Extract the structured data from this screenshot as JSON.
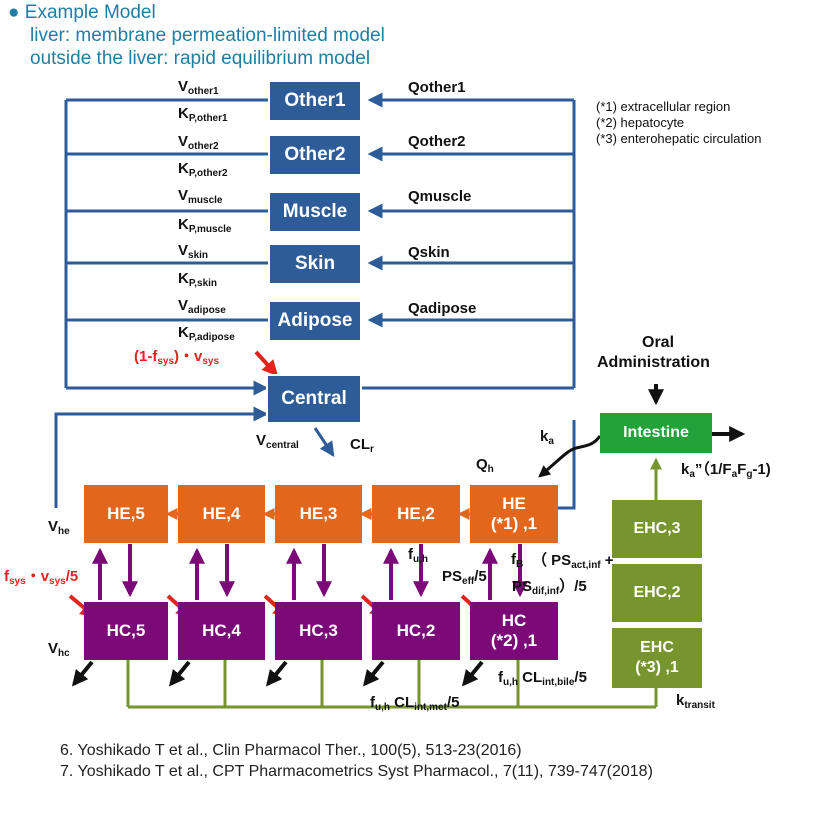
{
  "header": {
    "bullet": "●",
    "line1": "Example Model",
    "line2": "liver: membrane permeation-limited model",
    "line3": "outside the liver: rapid equilibrium model"
  },
  "notes": [
    "(*1) extracellular region",
    "(*2) hepatocyte",
    "(*3) enterohepatic circulation"
  ],
  "tissues": [
    {
      "name": "Other1",
      "v_main": "V",
      "v_sub": "other1",
      "kp_main": "K",
      "kp_sub": "P,other1",
      "flow": "Qother1"
    },
    {
      "name": "Other2",
      "v_main": "V",
      "v_sub": "other2",
      "kp_main": "K",
      "kp_sub": "P,other2",
      "flow": "Qother2"
    },
    {
      "name": "Muscle",
      "v_main": "V",
      "v_sub": "muscle",
      "kp_main": "K",
      "kp_sub": "P,muscle",
      "flow": "Qmuscle"
    },
    {
      "name": "Skin",
      "v_main": "V",
      "v_sub": "skin",
      "kp_main": "K",
      "kp_sub": "P,skin",
      "flow": "Qskin"
    },
    {
      "name": "Adipose",
      "v_main": "V",
      "v_sub": "adipose",
      "kp_main": "K",
      "kp_sub": "P,adipose",
      "flow": "Qadipose"
    }
  ],
  "central": {
    "name": "Central",
    "v_main": "V",
    "v_sub": "central",
    "cl_main": "CL",
    "cl_sub": "r",
    "input_a": "(1-f",
    "input_b": "sys",
    "input_c": ")・v",
    "input_d": "sys"
  },
  "oral": {
    "line1": "Oral",
    "line2": "Administration"
  },
  "intestine": {
    "name": "Intestine",
    "ka_main": "k",
    "ka_sub": "a",
    "ka2_main": "k",
    "ka2_sub": "a",
    "ka2_rest_a": "”（1/F",
    "ka2_sub2": "a",
    "ka2_rest_b": "F",
    "ka2_sub3": "g",
    "ka2_rest_c": "-1)"
  },
  "qh": {
    "main": "Q",
    "sub": "h"
  },
  "he_boxes": [
    {
      "label": "HE,5"
    },
    {
      "label": "HE,4"
    },
    {
      "label": "HE,3"
    },
    {
      "label": "HE,2"
    },
    {
      "label_1": "HE",
      "label_2": "(*1) ,1"
    }
  ],
  "hc_boxes": [
    {
      "label": "HC,5"
    },
    {
      "label": "HC,4"
    },
    {
      "label": "HC,3"
    },
    {
      "label": "HC,2"
    },
    {
      "label_1": "HC",
      "label_2": "(*2) ,1"
    }
  ],
  "ehc_boxes": [
    {
      "label": "EHC,3"
    },
    {
      "label": "EHC,2"
    },
    {
      "label_1": "EHC",
      "label_2": "(*3) ,1"
    }
  ],
  "liver_labels": {
    "vhe_main": "V",
    "vhe_sub": "he",
    "vhc_main": "V",
    "vhc_sub": "hc",
    "fsys_a": "f",
    "fsys_b": "sys",
    "fsys_c": "・v",
    "fsys_d": "sys",
    "fsys_e": "/5",
    "fuh_main": "f",
    "fuh_sub": "u,h",
    "fb_main": "f",
    "fb_sub": "B",
    "ps_a": "（ PS",
    "ps_b": "act,inf",
    "ps_c": " +",
    "psd_a": "PS",
    "psd_b": "dif,inf",
    "psd_c": "）/5",
    "pseff_a": "PS",
    "pseff_b": "eff",
    "pseff_c": "/5",
    "clbile_a": "f",
    "clbile_b": "u,h",
    "clbile_c": " CL",
    "clbile_d": "int,bile",
    "clbile_e": "/5",
    "clmet_a": "f",
    "clmet_b": "u,h",
    "clmet_c": " CL",
    "clmet_d": "int,met",
    "clmet_e": "/5",
    "ktransit_main": "k",
    "ktransit_sub": "transit"
  },
  "references": [
    "6. Yoshikado T et al., Clin Pharmacol Ther.,  100(5), 513-23(2016)",
    "7. Yoshikado T et al., CPT Pharmacometrics  Syst Pharmacol., 7(11), 739-747(2018)"
  ],
  "colors": {
    "blue": "#2E5C98",
    "orange": "#E2661C",
    "purple": "#7B0A78",
    "olive": "#76952F",
    "green": "#21A33A",
    "red": "#E0251F",
    "header": "#1F7EA4"
  }
}
